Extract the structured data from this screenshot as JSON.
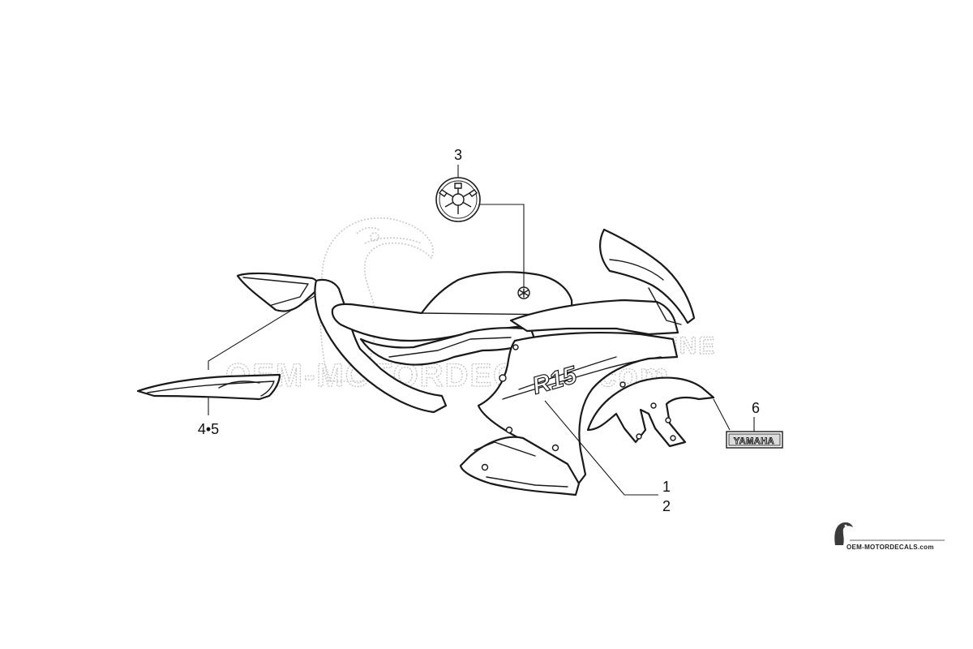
{
  "callouts": {
    "c1": "1",
    "c2": "2",
    "c3": "3",
    "c45": "4•5",
    "c6": "6"
  },
  "decal_text": {
    "yamaha_plate": "YAMAHA",
    "side_script": "R15"
  },
  "watermark": {
    "main": "OEM-MOTORDECALS.com",
    "corner": "OEM-MOTORDECALS.com",
    "tag": "ONLINE"
  },
  "colors": {
    "line": "#1a1a1a",
    "watermark": "#c9c9c9"
  }
}
